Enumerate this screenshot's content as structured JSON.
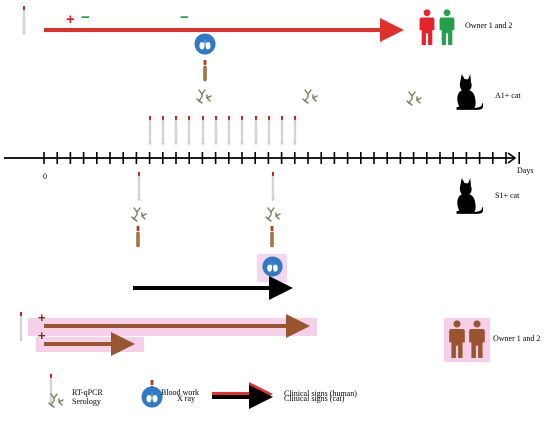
{
  "timeline": {
    "zero_label": "0",
    "unit_label": "Days"
  },
  "rows": {
    "owners_top": {
      "label": "Owner 1 and 2",
      "plus_sign": "+",
      "minus_sign": "−",
      "minus_sign_2": "−"
    },
    "a1_cat": {
      "label": "A1+ cat"
    },
    "s1_cat": {
      "label": "S1+ cat"
    },
    "owners_bottom": {
      "label": "Owner 1 and 2",
      "plus_sign_1": "+",
      "plus_sign_2": "+"
    }
  },
  "legend": {
    "rtqpcr": "RT-qPCR",
    "blood": "Blood work",
    "human_signs": "Clinical signs (human)",
    "serology": "Serology",
    "xray": "X ray",
    "cat_signs": "Clinical signs (cat)"
  },
  "colors": {
    "human_red": "#e0312c",
    "human_brown": "#99562e",
    "cat_black": "#000000",
    "plus_red": "#e02020",
    "minus_green": "#1e9a3a",
    "xray_blue": "#2f79c7",
    "owner_red": "#e6222a",
    "owner_green": "#22a04a",
    "highlight_pink": "#f4c7e6"
  }
}
